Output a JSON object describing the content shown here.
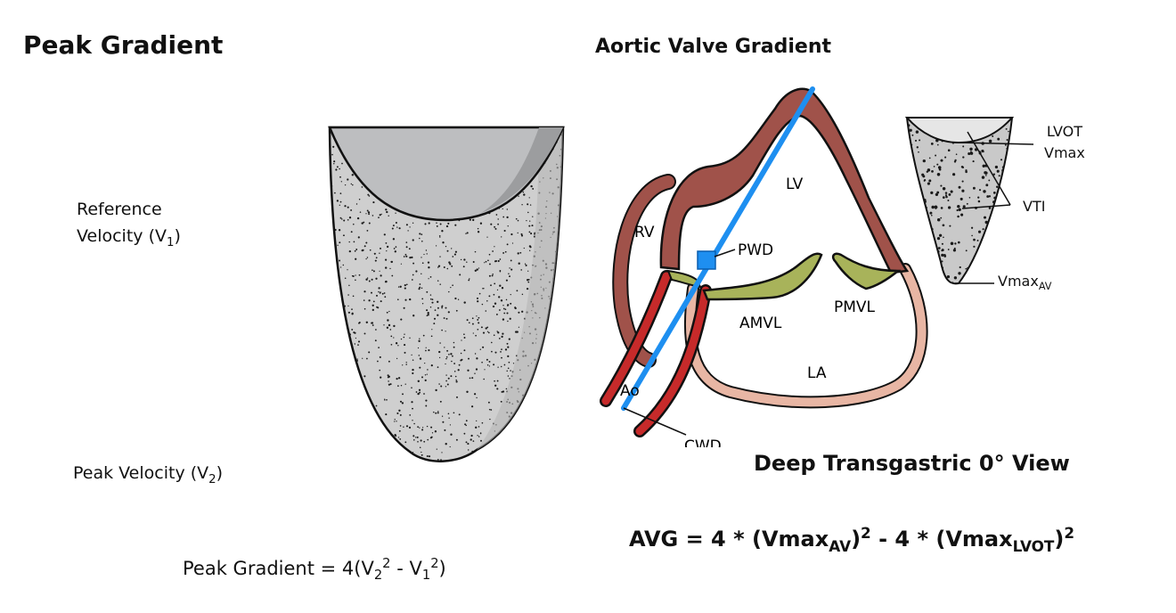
{
  "left": {
    "title": "Peak Gradient",
    "reference_velocity": {
      "line1": "Reference",
      "line2": "Velocity (V",
      "sub": "1",
      "close": ")"
    },
    "peak_velocity": {
      "text": "Peak Velocity (V",
      "sub": "2",
      "close": ")"
    },
    "formula": {
      "lhs": "Peak Gradient = 4(V",
      "sub_a": "2",
      "sup_a": "2",
      "mid": " - V",
      "sub_b": "1",
      "sup_b": "2",
      "close": ")"
    }
  },
  "right": {
    "title": "Aortic Valve Gradient",
    "view_caption": "Deep Transgastric 0° View",
    "labels": {
      "lv": "LV",
      "rv": "RV",
      "pwd": "PWD",
      "amvl": "AMVL",
      "pmvl": "PMVL",
      "la": "LA",
      "ao": "Ao",
      "cwd": "CWD"
    },
    "doppler": {
      "lvot_line1": "LVOT",
      "lvot_line2": "Vmax",
      "vti": "VTI",
      "vmax": "Vmax",
      "vmax_sub": "AV"
    },
    "formula": {
      "lhs": "AVG = 4 * (Vmax",
      "sub_a": "AV",
      "close_a": ")",
      "sup_a": "2",
      "mid": " - 4 * (Vmax",
      "sub_b": "LVOT",
      "close_b": ")",
      "sup_b": "2"
    }
  },
  "colors": {
    "myocardium": "#a0524a",
    "aorta": "#c62a2a",
    "valve": "#a8b35a",
    "atrium_wall": "#e8b6a4",
    "beam": "#1e8ff0",
    "doppler_fill": "#c9c9c9",
    "doppler_cap": "#b8b9bb"
  }
}
